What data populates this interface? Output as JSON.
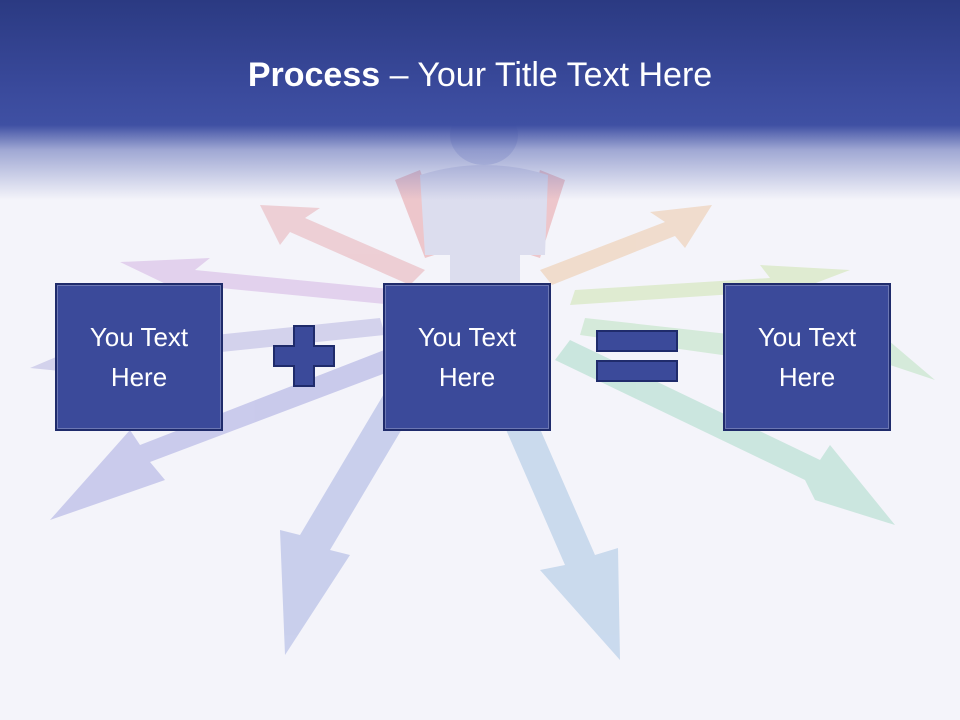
{
  "title": {
    "bold": "Process",
    "rest": " – Your Title Text Here"
  },
  "boxes": [
    {
      "text": "You Text Here"
    },
    {
      "text": "You Text Here"
    },
    {
      "text": "You Text Here"
    }
  ],
  "operators": {
    "plus": "plus-icon",
    "equals": "equals-icon"
  },
  "colors": {
    "header": "#3a4a9c",
    "box": "#3b4a9a",
    "box_border": "#1f2b6b",
    "text": "#ffffff"
  }
}
